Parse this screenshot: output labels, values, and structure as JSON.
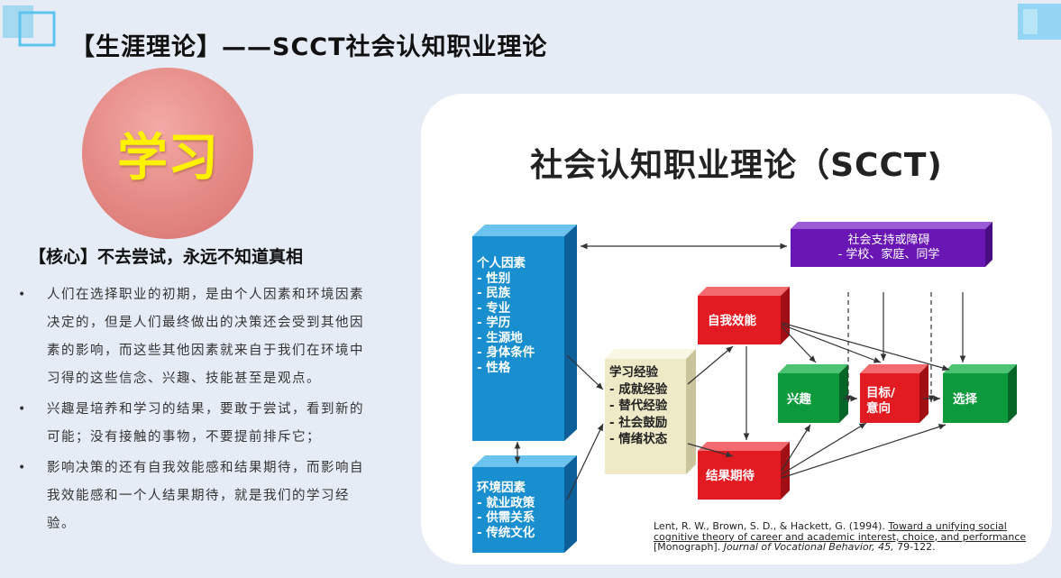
{
  "page": {
    "title": "【生涯理论】——SCCT社会认知职业理论",
    "circle_text": "学习",
    "core_label": "【核心】不去尝试，永远不知道真相",
    "bullets": [
      "人们在选择职业的初期，是由个人因素和环境因素决定的，但是人们最终做出的决策还会受到其他因素的影响，而这些其他因素就来自于我们在环境中习得的这些信念、兴趣、技能甚至是观点。",
      "兴趣是培养和学习的结果，要敢于尝试，看到新的可能；没有接触的事物，不要提前排斥它；",
      "影响决策的还有自我效能感和结果期待，而影响自我效能感和一个人结果期待，就是我们的学习经验。"
    ]
  },
  "diagram": {
    "title": "社会认知职业理论（SCCT)",
    "personal": "个人因素\n- 性别\n- 民族\n- 专业\n- 学历\n- 生源地\n- 身体条件\n- 性格",
    "environment": "环境因素\n- 就业政策\n- 供需关系\n- 传统文化",
    "learning": "学习经验\n- 成就经验\n- 替代经验\n- 社会鼓励\n- 情绪状态",
    "self_efficacy": "自我效能",
    "outcome": "结果期待",
    "interest": "兴趣",
    "goal": "目标/\n意向",
    "choice": "选择",
    "support_line1": "社会支持或障碍",
    "support_line2": "- 学校、家庭、同学",
    "citation_authors": "Lent, R. W., Brown, S. D., & Hackett, G. (1994). ",
    "citation_title": "Toward a unifying social cognitive theory of career and academic interest, choice, and performance",
    "citation_tail1": " [Monograph]. ",
    "citation_journal": "Journal of Vocational Behavior, 45,",
    "citation_pages": " 79-122.",
    "colors": {
      "blue": "#1a8fd0",
      "purple": "#6a16b4",
      "red": "#e21a22",
      "green": "#0c9a3c",
      "beige": "#eeeac8"
    }
  }
}
